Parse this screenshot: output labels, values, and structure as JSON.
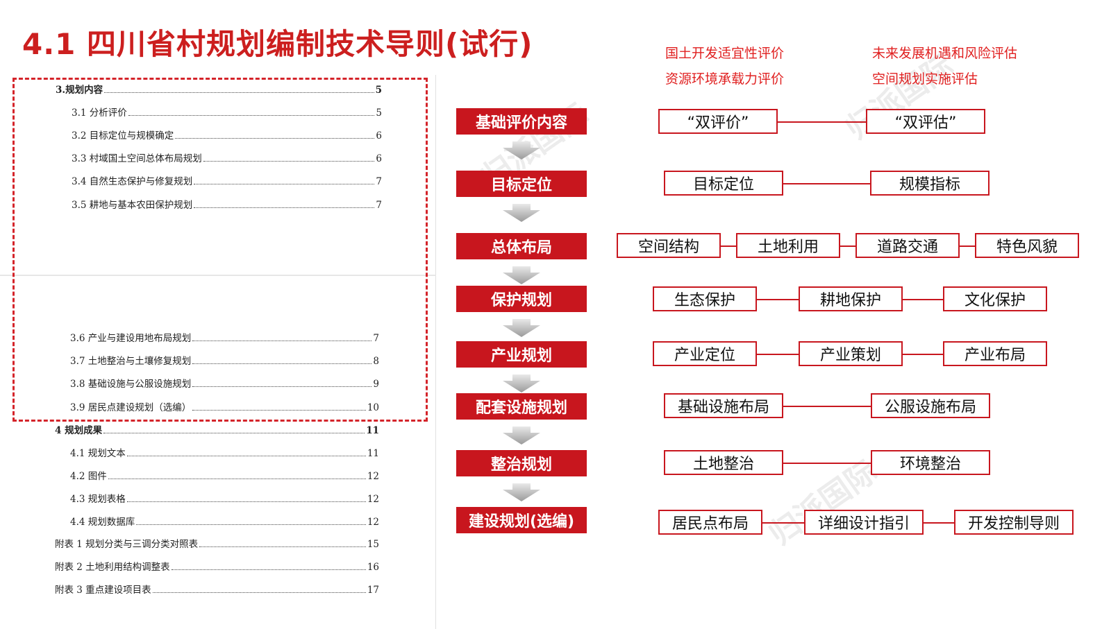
{
  "title": "4.1 四川省村规划编制技术导则(试行)",
  "toc": {
    "part1": [
      {
        "label": "3.规划内容",
        "page": "5",
        "bold": true
      },
      {
        "label": "3.1  分析评价",
        "page": "5"
      },
      {
        "label": "3.2  目标定位与规模确定",
        "page": "6"
      },
      {
        "label": "3.3  村域国土空间总体布局规划",
        "page": "6"
      },
      {
        "label": "3.4  自然生态保护与修复规划",
        "page": "7"
      },
      {
        "label": "3.5  耕地与基本农田保护规划",
        "page": "7"
      }
    ],
    "part2": [
      {
        "label": "3.6  产业与建设用地布局规划",
        "page": "7"
      },
      {
        "label": "3.7  土地整治与土壤修复规划",
        "page": "8"
      },
      {
        "label": "3.8  基础设施与公服设施规划",
        "page": "9"
      },
      {
        "label": "3.9  居民点建设规划（选编）",
        "page": "10"
      },
      {
        "label": "4  规划成果",
        "page": "11",
        "bold": true
      },
      {
        "label": "4.1  规划文本",
        "page": "11"
      },
      {
        "label": "4.2  图件",
        "page": "12"
      },
      {
        "label": "4.3  规划表格",
        "page": "12"
      },
      {
        "label": "4.4  规划数据库",
        "page": "12"
      },
      {
        "label": "附表 1  规划分类与三调分类对照表",
        "page": "15"
      },
      {
        "label": "附表 2  土地利用结构调整表",
        "page": "16"
      },
      {
        "label": "附表 3  重点建设项目表",
        "page": "17"
      }
    ]
  },
  "flow_steps": [
    "基础评价内容",
    "目标定位",
    "总体布局",
    "保护规划",
    "产业规划",
    "配套设施规划",
    "整治规划",
    "建设规划(选编)"
  ],
  "notes": {
    "left": [
      "国土开发适宜性评价",
      "资源环境承载力评价"
    ],
    "right": [
      "未来发展机遇和风险评估",
      "空间规划实施评估"
    ]
  },
  "rows": [
    [
      "“双评价”",
      "“双评估”"
    ],
    [
      "目标定位",
      "规模指标"
    ],
    [
      "空间结构",
      "土地利用",
      "道路交通",
      "特色风貌"
    ],
    [
      "生态保护",
      "耕地保护",
      "文化保护"
    ],
    [
      "产业定位",
      "产业策划",
      "产业布局"
    ],
    [
      "基础设施布局",
      "公服设施布局"
    ],
    [
      "土地整治",
      "环境整治"
    ],
    [
      "居民点布局",
      "详细设计指引",
      "开发控制导则"
    ]
  ],
  "watermark": "归派国际",
  "colors": {
    "accent": "#c8161e",
    "title": "#cc1f1f",
    "note": "#e02020"
  }
}
